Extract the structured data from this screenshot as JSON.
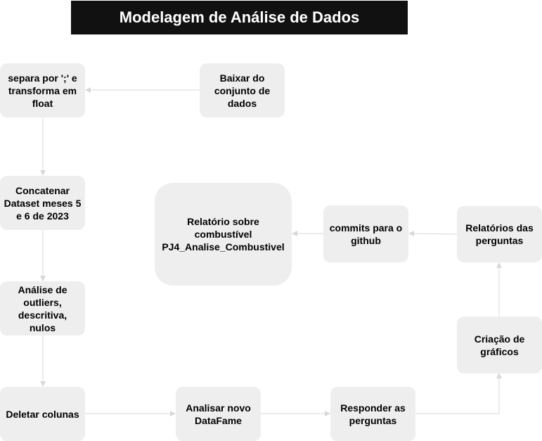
{
  "title": "Modelagem de Análise de Dados",
  "colors": {
    "title_background": "#111111",
    "title_text": "#ffffff",
    "node_fill": "#eeeeee",
    "connector": "#d8d8d8"
  },
  "nodes": {
    "baixar": "Baixar do\nconjunto de\ndados",
    "separa": "separa por ';' e\ntransforma em\nfloat",
    "concatenar": "Concatenar\nDataset meses 5\ne 6 de 2023",
    "analise_outliers": "Análise de\noutliers,\ndescritiva,\nnulos",
    "deletar": "Deletar colunas",
    "analisar_novo": "Analisar novo\nDataFame",
    "responder": "Responder as\nperguntas",
    "criacao": "Criação de\ngráficos",
    "relatorios": "Relatórios das\nperguntas",
    "commits": "commits para o\ngithub",
    "relatorio_final": "Relatório sobre\ncombustível\nPJ4_Analise_Combustivel"
  },
  "edges": [
    {
      "from": "baixar",
      "to": "separa"
    },
    {
      "from": "separa",
      "to": "concatenar"
    },
    {
      "from": "concatenar",
      "to": "analise_outliers"
    },
    {
      "from": "analise_outliers",
      "to": "deletar"
    },
    {
      "from": "deletar",
      "to": "analisar_novo"
    },
    {
      "from": "analisar_novo",
      "to": "responder"
    },
    {
      "from": "responder",
      "to": "criacao"
    },
    {
      "from": "criacao",
      "to": "relatorios"
    },
    {
      "from": "relatorios",
      "to": "commits"
    },
    {
      "from": "commits",
      "to": "relatorio_final"
    }
  ]
}
